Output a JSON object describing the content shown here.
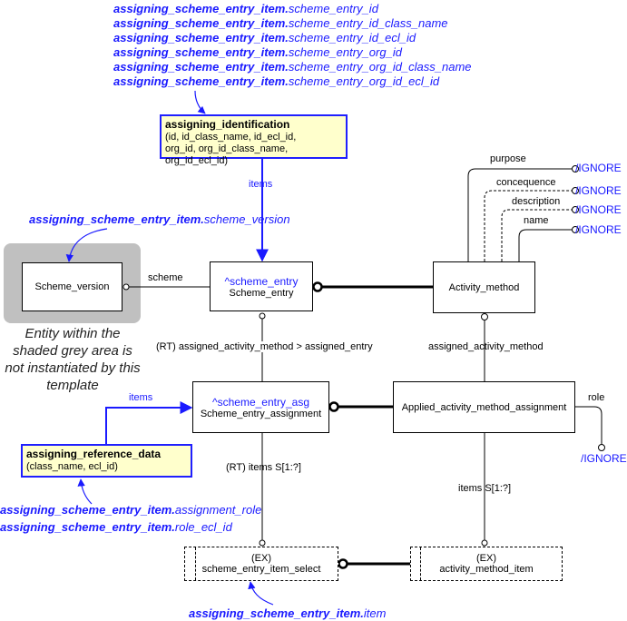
{
  "top_refs": [
    {
      "bold": "assigning_scheme_entry_item.",
      "attr": "scheme_entry_id"
    },
    {
      "bold": "assigning_scheme_entry_item.",
      "attr": "scheme_entry_id_class_name"
    },
    {
      "bold": "assigning_scheme_entry_item.",
      "attr": "scheme_entry_id_ecl_id"
    },
    {
      "bold": "assigning_scheme_entry_item.",
      "attr": "scheme_entry_org_id"
    },
    {
      "bold": "assigning_scheme_entry_item.",
      "attr": "scheme_entry_org_id_class_name"
    },
    {
      "bold": "assigning_scheme_entry_item.",
      "attr": "scheme_entry_org_id_ecl_id"
    }
  ],
  "assigning_identification": {
    "title": "assigning_identification",
    "line1": "(id, id_class_name, id_ecl_id,",
    "line2": "org_id, org_id_class_name, org_id_ecl_id)"
  },
  "items_label_top": "items",
  "scheme_version_ref": {
    "bold": "assigning_scheme_entry_item.",
    "attr": "scheme_version"
  },
  "scheme_version_box": "Scheme_version",
  "grey_note": "Entity within the shaded grey area is not instantiated by this template",
  "scheme_label": "scheme",
  "scheme_entry": {
    "ref": "^scheme_entry",
    "name": "Scheme_entry"
  },
  "activity_method": "Activity_method",
  "attributes": {
    "purpose": "purpose",
    "concequence": "concequence",
    "description": "description",
    "name": "name",
    "ignore": "/IGNORE"
  },
  "assigned_entry_label": "(RT) assigned_activity_method > assigned_entry",
  "assigned_activity_method_label": "assigned_activity_method",
  "scheme_entry_assignment": {
    "ref": "^scheme_entry_asg",
    "name": "Scheme_entry_assignment"
  },
  "applied_activity_method_assignment": "Applied_activity_method_assignment",
  "role_label": "role",
  "items_label_left": "items",
  "assigning_reference_data": {
    "title": "assigning_reference_data",
    "line1": "(class_name, ecl_id)"
  },
  "rt_items_label": "(RT) items S[1:?]",
  "items_s_label": "items S[1:?]",
  "bottom_refs": [
    {
      "bold": "assigning_scheme_entry_item.",
      "attr": "assignment_role"
    },
    {
      "bold": "assigning_scheme_entry_item.",
      "attr": "role_ecl_id"
    }
  ],
  "scheme_entry_item_select": {
    "ex": "(EX)",
    "name": "scheme_entry_item_select"
  },
  "activity_method_item": {
    "ex": "(EX)",
    "name": "activity_method_item"
  },
  "item_ref": {
    "bold": "assigning_scheme_entry_item.",
    "attr": "item"
  }
}
